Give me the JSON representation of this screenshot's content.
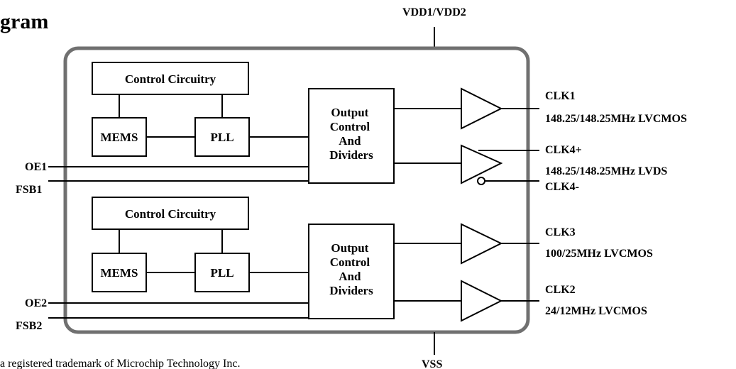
{
  "heading": "gram",
  "supply_top": "VDD1/VDD2",
  "supply_bottom": "VSS",
  "footer": "a registered trademark of Microchip Technology Inc.",
  "block1": {
    "control": "Control Circuitry",
    "mems": "MEMS",
    "pll": "PLL",
    "output_lines": [
      "Output",
      "Control",
      "And",
      "Dividers"
    ]
  },
  "block2": {
    "control": "Control Circuitry",
    "mems": "MEMS",
    "pll": "PLL",
    "output_lines": [
      "Output",
      "Control",
      "And",
      "Dividers"
    ]
  },
  "inputs": {
    "oe1": "OE1",
    "fsb1": "FSB1",
    "oe2": "OE2",
    "fsb2": "FSB2"
  },
  "outputs": {
    "clk1": {
      "name": "CLK1",
      "desc": "148.25/148.25MHz LVCMOS"
    },
    "clk4": {
      "pos": "CLK4+",
      "neg": "CLK4-",
      "desc": "148.25/148.25MHz LVDS"
    },
    "clk3": {
      "name": "CLK3",
      "desc": "100/25MHz LVCMOS"
    },
    "clk2": {
      "name": "CLK2",
      "desc": "24/12MHz LVCMOS"
    }
  }
}
